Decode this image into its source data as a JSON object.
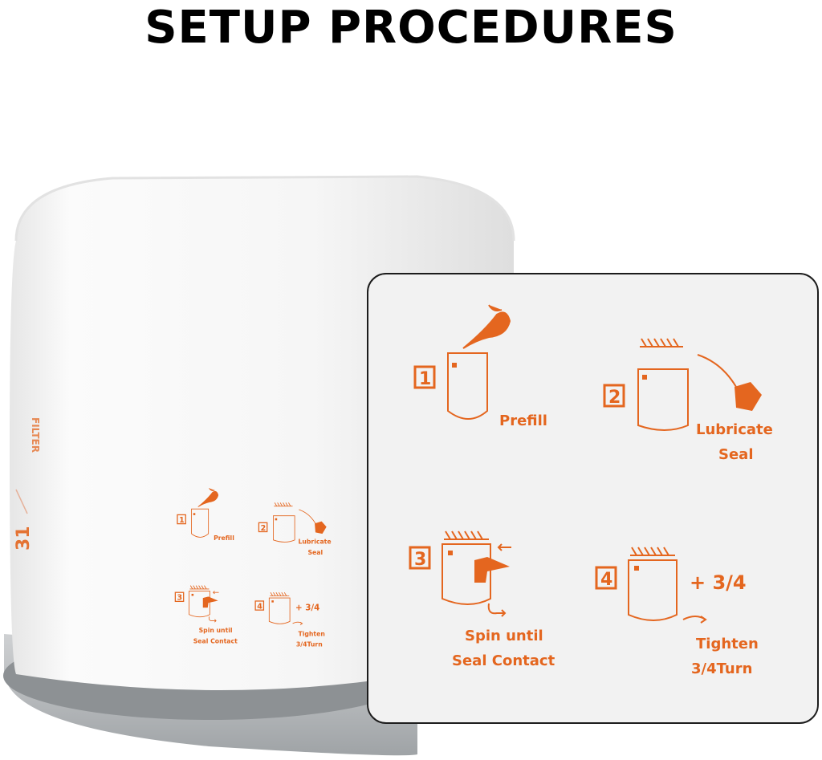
{
  "title": "SETUP PROCEDURES",
  "colors": {
    "accent": "#e4661f",
    "filter_body": "#f4f4f4",
    "base_plate": "#b9bcbf",
    "callout_bg": "#f2f2f2"
  },
  "filter_label": {
    "product_text": "FILTER",
    "part_number": "31"
  },
  "steps": [
    {
      "number": "1",
      "label_lines": [
        "Prefill"
      ],
      "extra": ""
    },
    {
      "number": "2",
      "label_lines": [
        "Lubricate",
        "Seal"
      ],
      "extra": ""
    },
    {
      "number": "3",
      "label_lines": [
        "Spin until",
        "Seal Contact"
      ],
      "extra": ""
    },
    {
      "number": "4",
      "label_lines": [
        "Tighten",
        "3/4Turn"
      ],
      "extra": "+ 3/4"
    }
  ],
  "icons": [
    "oil-can-icon",
    "wrench-hatch-icon",
    "pointing-hand-icon",
    "rotate-arrow-icon",
    "push-arrow-icon"
  ]
}
